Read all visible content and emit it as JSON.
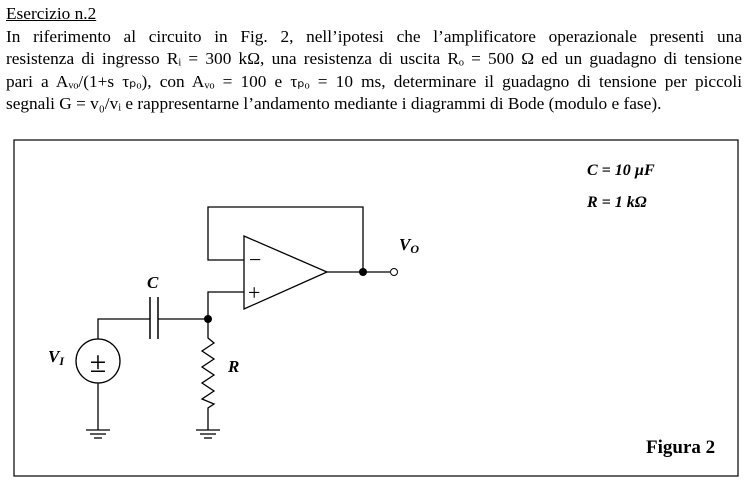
{
  "exercise": {
    "title": "Esercizio n.2",
    "lines": [
      "In riferimento al circuito in Fig. 2, nell’ipotesi che l’amplificatore operazionale presenti una",
      "resistenza di ingresso Rᵢ = 300 kΩ, una resistenza di uscita Rₒ = 500 Ω ed un guadagno di tensione",
      "pari a Aᵥₒ/(1+s τₚₒ), con Aᵥₒ = 100 e τₚₒ = 10 ms, determinare il guadagno di tensione per piccoli",
      "segnali G = v₀/vᵢ e rappresentarne l’andamento mediante i diagrammi di Bode (modulo e fase)."
    ]
  },
  "figure": {
    "caption": "Figura 2",
    "params": [
      "C = 10 µF",
      "R = 1 kΩ"
    ],
    "labels": {
      "capacitor": "C",
      "resistor": "R",
      "input": "V",
      "input_sub": "I",
      "output": "V",
      "output_sub": "O",
      "minus": "−",
      "plus": "+",
      "source_symbol": "±"
    }
  }
}
